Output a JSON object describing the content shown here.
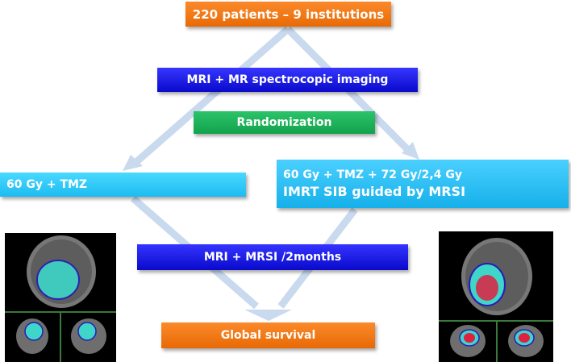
{
  "nodes": {
    "top": "220 patients – 9 institutions",
    "mri": "MRI + MR spectrocopic imaging",
    "randomization": "Randomization",
    "left_arm": "60 Gy + TMZ",
    "right_arm_line1": "60 Gy + TMZ + 72 Gy/2,4 Gy",
    "right_arm_line2": "IMRT SIB guided by MRSI",
    "followup": "MRI + MRSI /2months",
    "outcome": "Global survival"
  },
  "colors": {
    "orange": "#f27a16",
    "blue": "#1414e6",
    "green": "#1aad56",
    "cyan": "#22c2f2",
    "arrow": "#c5d7ee"
  }
}
